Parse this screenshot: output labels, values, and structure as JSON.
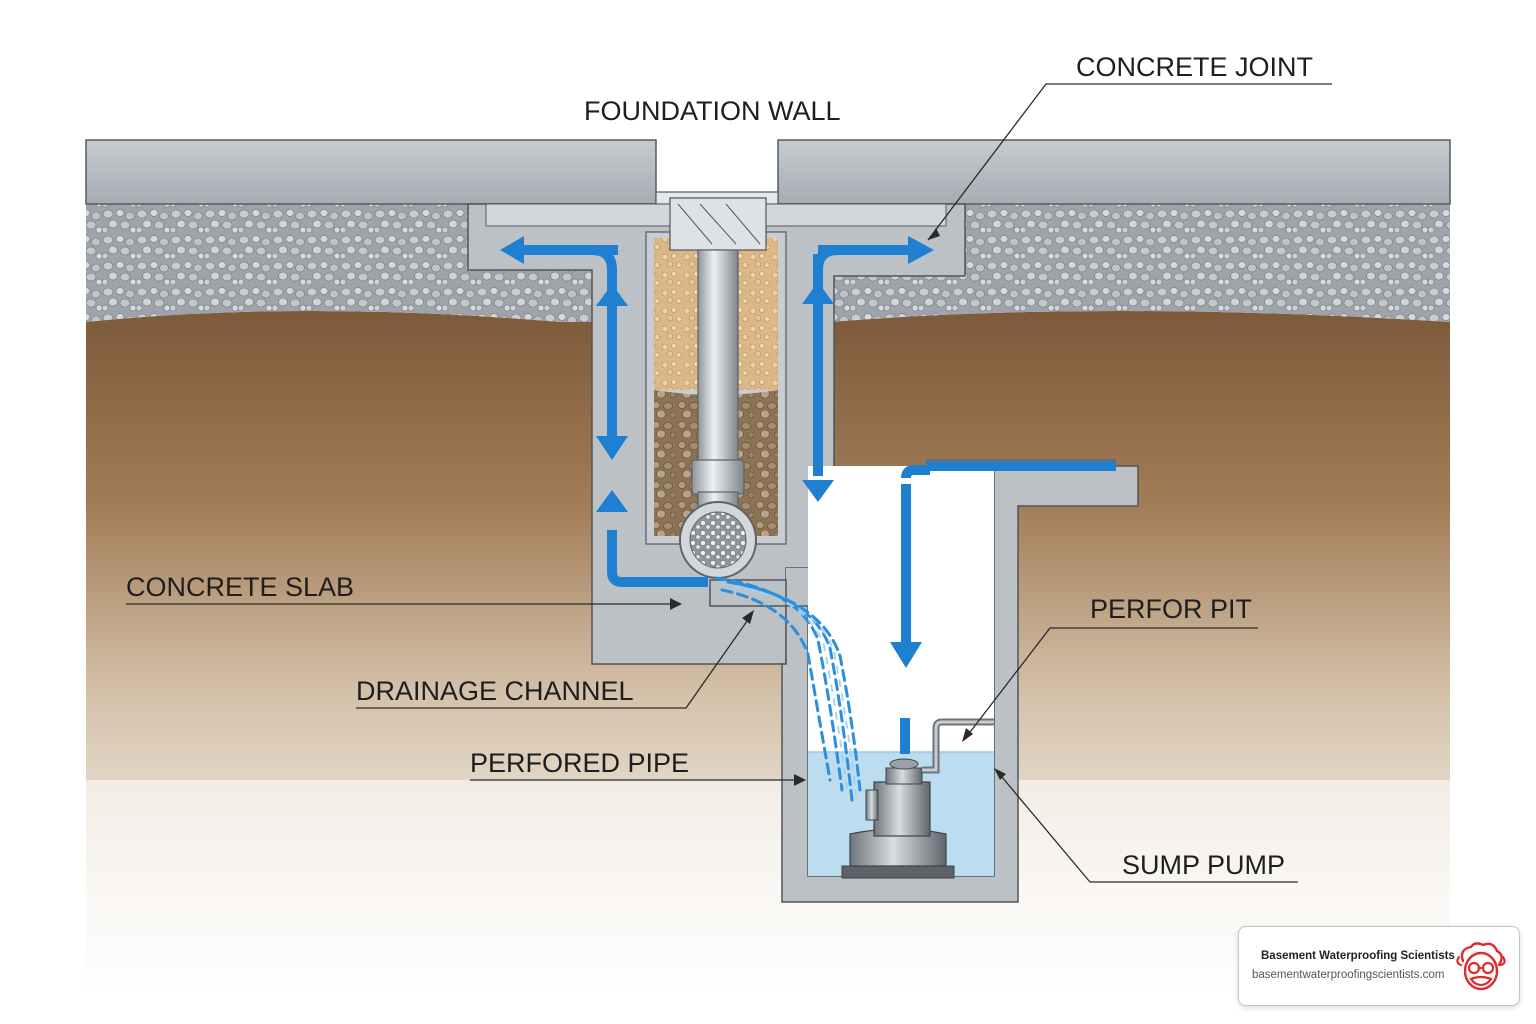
{
  "labels": {
    "foundation_wall": "FOUNDATION WALL",
    "concrete_joint": "CONCRETE JOINT",
    "concrete_slab": "CONCRETE SLAB",
    "perfor_pit": "PERFOR PIT",
    "drainage_channel": "DRAINAGE CHANNEL",
    "perfored_pipe": "PERFORED PIPE",
    "sump_pump": "SUMP PUMP"
  },
  "brand": {
    "name": "Basement Waterproofing Scientists",
    "url": "basementwaterproofingscientists.com",
    "logo_icon": "scientist-face-icon"
  },
  "colors": {
    "water_arrow": "#1f7fd0",
    "concrete": "#b9bec3",
    "soil": "#8a6a48",
    "gravel": "#a9afb3",
    "sump_water": "#bcdcef",
    "logo_red": "#e02b2b"
  }
}
